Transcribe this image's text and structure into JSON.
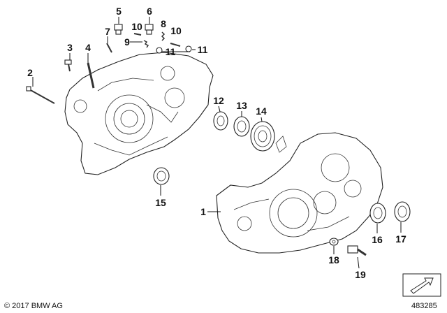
{
  "callouts": [
    {
      "id": "c1",
      "label": "1"
    },
    {
      "id": "c2",
      "label": "2"
    },
    {
      "id": "c3",
      "label": "3"
    },
    {
      "id": "c4",
      "label": "4"
    },
    {
      "id": "c5",
      "label": "5"
    },
    {
      "id": "c6",
      "label": "6"
    },
    {
      "id": "c7",
      "label": "7"
    },
    {
      "id": "c8",
      "label": "8"
    },
    {
      "id": "c9",
      "label": "9"
    },
    {
      "id": "c10a",
      "label": "10"
    },
    {
      "id": "c10b",
      "label": "10"
    },
    {
      "id": "c11a",
      "label": "11"
    },
    {
      "id": "c11b",
      "label": "11"
    },
    {
      "id": "c12",
      "label": "12"
    },
    {
      "id": "c13",
      "label": "13"
    },
    {
      "id": "c14",
      "label": "14"
    },
    {
      "id": "c15",
      "label": "15"
    },
    {
      "id": "c16",
      "label": "16"
    },
    {
      "id": "c17",
      "label": "17"
    },
    {
      "id": "c18",
      "label": "18"
    },
    {
      "id": "c19",
      "label": "19"
    }
  ],
  "footer": {
    "copyright": "© 2017 BMW AG",
    "diagram_id": "483285"
  }
}
